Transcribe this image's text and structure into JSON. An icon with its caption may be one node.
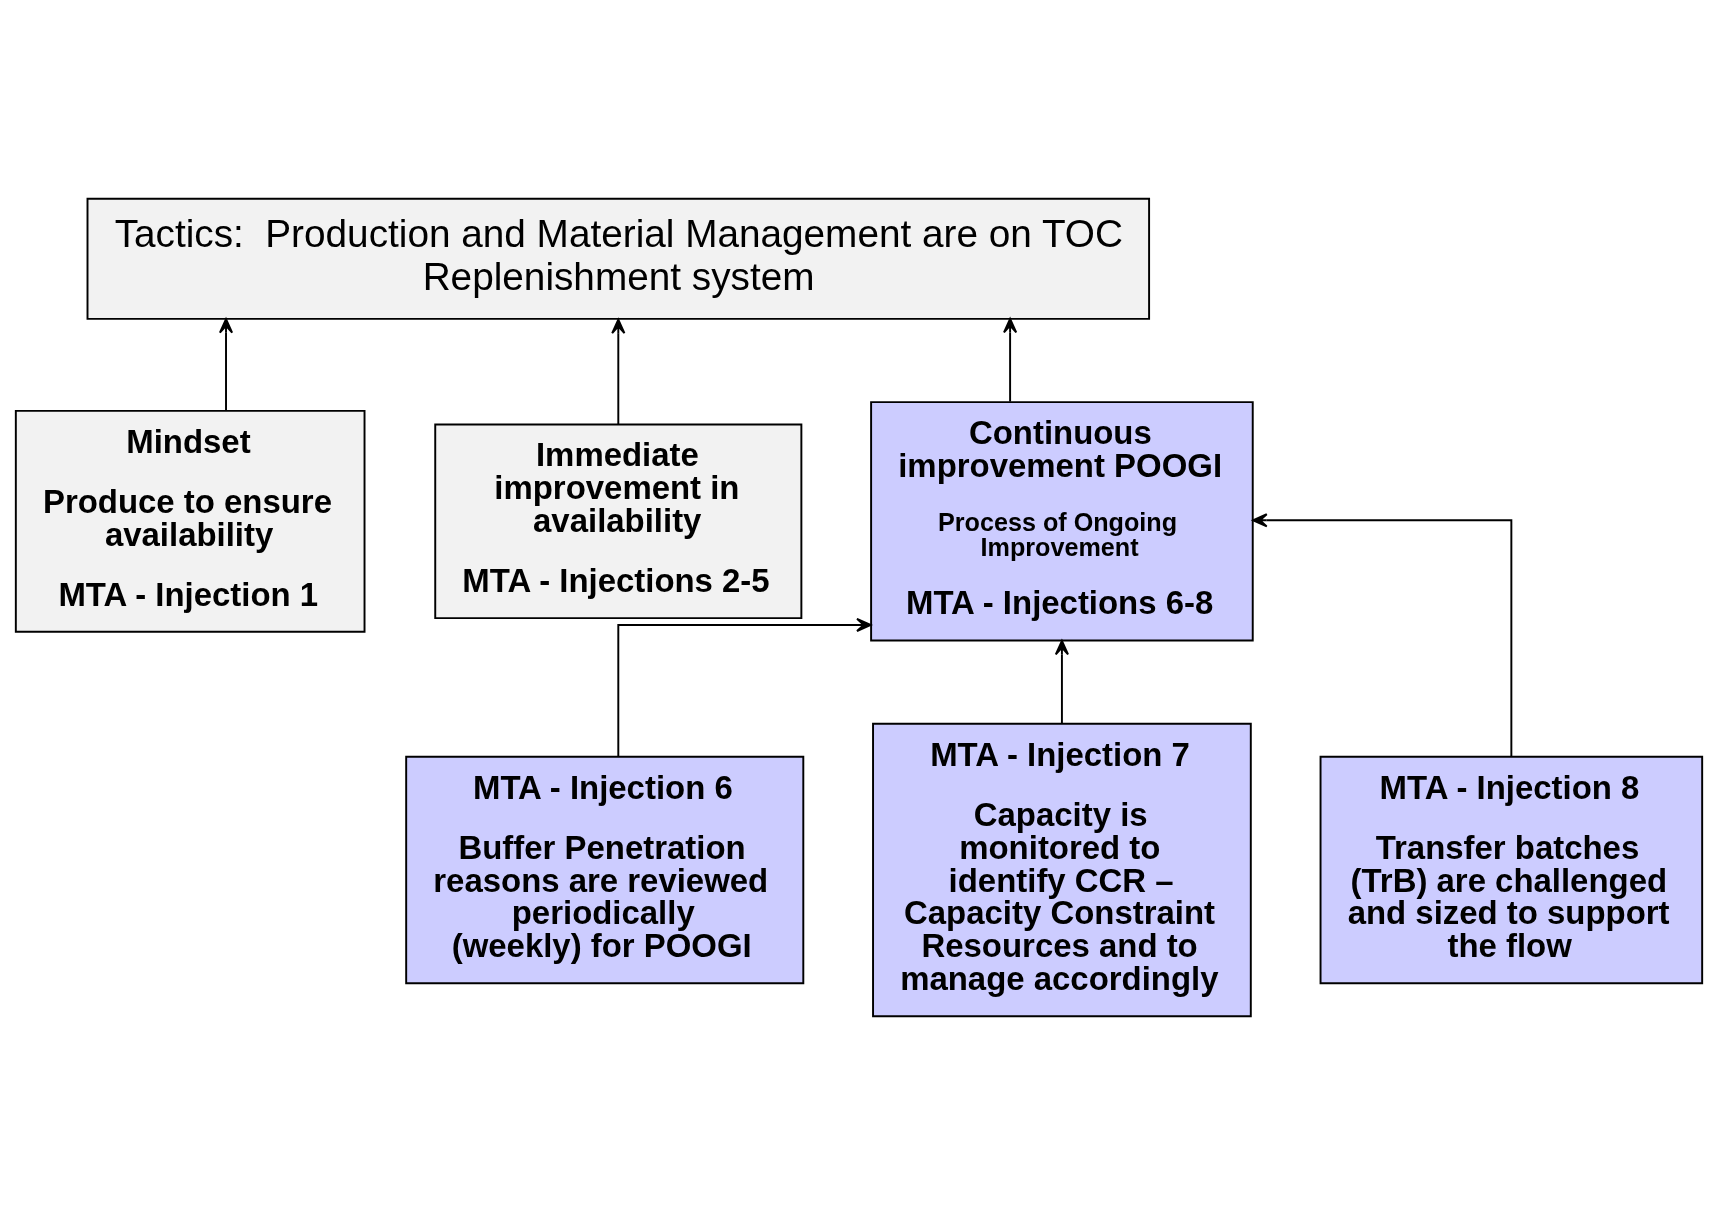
{
  "diagram": {
    "nodes": [
      {
        "text": [
          "Tactics:  Production and Material Management are on TOC Replenishment system"
        ]
      },
      {
        "text": [
          "Mindset",
          "Produce to ensure availability",
          "MTA - Injection 1"
        ]
      },
      {
        "text": [
          "Immediate improvement in availability",
          "MTA - Injections 2-5"
        ]
      },
      {
        "text": [
          "Continuous improvement POOGI",
          "Process of Ongoing Improvement",
          "MTA - Injections 6-8"
        ]
      },
      {
        "text": [
          "MTA - Injection 6",
          "Buffer Penetration reasons are reviewed periodically (weekly) for POOGI"
        ]
      },
      {
        "text": [
          "MTA - Injection 7",
          "Capacity is monitored to identify CCR – Capacity Constraint Resources and to manage accordingly"
        ]
      },
      {
        "text": [
          "MTA - Injection 8",
          "Transfer batches (TrB) are challenged and sized to support the flow"
        ]
      }
    ],
    "edges": [
      {
        "from": 1,
        "to": 0,
        "arrow": "to"
      },
      {
        "from": 2,
        "to": 0,
        "arrow": "to"
      },
      {
        "from": 3,
        "to": 0,
        "arrow": "to"
      },
      {
        "from": 4,
        "to": 3,
        "arrow": "to"
      },
      {
        "from": 5,
        "to": 3,
        "arrow": "to"
      },
      {
        "from": 6,
        "to": 3,
        "arrow": "to"
      }
    ]
  }
}
